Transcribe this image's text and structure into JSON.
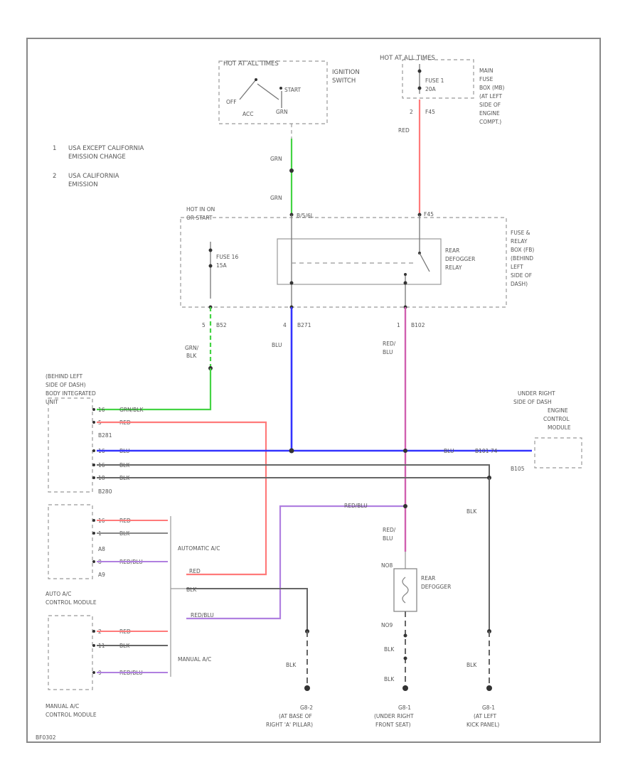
{
  "notes": [
    {
      "num": "1",
      "line1": "USA EXCEPT CALIFORNIA",
      "line2": "EMISSION CHANGE"
    },
    {
      "num": "2",
      "line1": "USA CALIFORNIA",
      "line2": "EMISSION"
    }
  ],
  "ignition": {
    "header": "HOT AT ALL TIMES",
    "title1": "IGNITION",
    "title2": "SWITCH",
    "off": "OFF",
    "start": "START",
    "acc": "ACC",
    "wire": "GRN"
  },
  "mainfuse": {
    "header": "HOT AT ALL TIMES",
    "fuse1": "FUSE 1",
    "fuse2": "20A",
    "title": [
      "MAIN",
      "FUSE",
      "BOX (MB)",
      "(AT LEFT",
      "SIDE OF",
      "ENGINE",
      "COMPT.)"
    ],
    "pin": "2",
    "conn": "F45",
    "wire": "RED"
  },
  "wires": {
    "grn1": "GRN",
    "grn2": "GRN",
    "red_main": "RED"
  },
  "relaybox": {
    "hot1": "HOT IN ON",
    "hot2": "OR START",
    "conn_left": "B/5/6L",
    "conn_right": "F45",
    "fuse1": "FUSE 16",
    "fuse2": "15A",
    "relay1": "REAR",
    "relay2": "DEFOGGER",
    "relay3": "RELAY",
    "title": [
      "FUSE &",
      "RELAY",
      "BOX (FB)",
      "(BEHIND",
      "LEFT",
      "SIDE OF",
      "DASH)"
    ],
    "pin_a": "5",
    "conn_a": "B52",
    "pin_b": "4",
    "conn_b": "B271",
    "pin_c": "1",
    "conn_c": "B102"
  },
  "below_box": {
    "w1a": "GRN/",
    "w1b": "BLK",
    "w2": "BLU",
    "w3a": "RED/",
    "w3b": "BLU"
  },
  "bim": {
    "title": [
      "(BEHIND LEFT",
      "SIDE OF DASH)",
      "BODY INTEGRATED",
      "UNIT"
    ],
    "rows": [
      {
        "pin": "16",
        "wire": "GRN/BLK"
      },
      {
        "pin": "5",
        "wire": "RED"
      },
      {
        "pin": "",
        "wire": "B281"
      },
      {
        "pin": "16",
        "wire": "BLU"
      },
      {
        "pin": "16",
        "wire": "BLK"
      },
      {
        "pin": "18",
        "wire": "BLK"
      }
    ],
    "conn_bottom": "B280"
  },
  "ecm": {
    "title": [
      "UNDER RIGHT",
      "SIDE OF DASH",
      "ENGINE",
      "CONTROL",
      "MODULE"
    ],
    "wire": "BLU",
    "pins": "B101  74",
    "conn": "B105"
  },
  "auto_ac": {
    "rows": [
      {
        "pin": "16",
        "wire": "RED"
      },
      {
        "pin": "1",
        "wire": "BLK"
      },
      {
        "pin": "",
        "wire": "A8"
      },
      {
        "pin": "8",
        "wire": "RED/BLU"
      }
    ],
    "conn": "A9",
    "label": "AUTOMATIC A/C",
    "module1": "AUTO A/C",
    "module2": "CONTROL MODULE"
  },
  "manual_ac": {
    "rows": [
      {
        "pin": "2",
        "wire": "RED"
      },
      {
        "pin": "11",
        "wire": "BLK"
      },
      {
        "pin": "9",
        "wire": "RED/BLU"
      }
    ],
    "label": "MANUAL A/C",
    "module1": "MANUAL A/C",
    "module2": "CONTROL MODULE"
  },
  "bus": {
    "red": "RED",
    "blk": "BLK",
    "redblu": "RED/BLU"
  },
  "defogger": {
    "junction_wire": "RED/BLU",
    "feed1": "RED/",
    "feed2": "BLU",
    "term_top": "NO8",
    "term_bot": "NO9",
    "title1": "REAR",
    "title2": "DEFOGGER",
    "wire_blk1": "BLK",
    "wire_blk2": "BLK"
  },
  "right_blk": {
    "w1": "BLK",
    "w2": "BLK"
  },
  "mid_blk": {
    "w": "BLK"
  },
  "grounds": [
    {
      "name": "G8-2",
      "l1": "(AT BASE OF",
      "l2": "RIGHT 'A' PILLAR)"
    },
    {
      "name": "G8-1",
      "l1": "(UNDER RIGHT",
      "l2": "FRONT SEAT)"
    },
    {
      "name": "G8-1",
      "l1": "(AT LEFT",
      "l2": "KICK PANEL)"
    }
  ],
  "footer": "BF0302",
  "colors": {
    "grn": "#44d444",
    "red": "#ff7a7a",
    "blu": "#3333ff",
    "pink": "#d060b0",
    "purple": "#b080e0",
    "blk": "#666666"
  }
}
